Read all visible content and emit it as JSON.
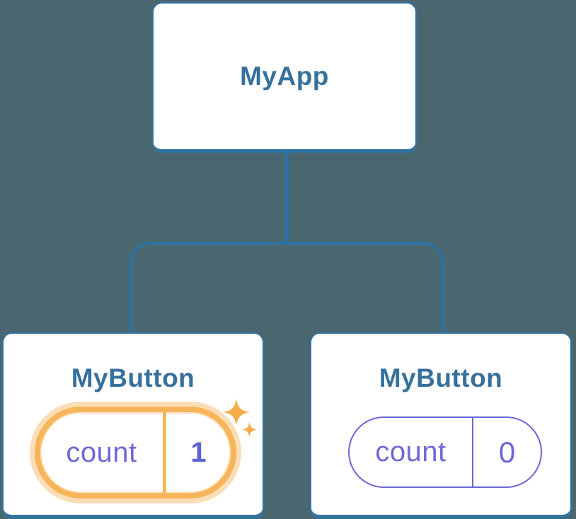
{
  "diagram": {
    "type": "component-tree",
    "root": {
      "label": "MyApp"
    },
    "children": [
      {
        "label": "MyButton",
        "state": {
          "key": "count",
          "value": "1"
        },
        "highlighted": true,
        "note": "state just updated (orange highlight with sparkles)"
      },
      {
        "label": "MyButton",
        "state": {
          "key": "count",
          "value": "0"
        },
        "highlighted": false
      }
    ]
  },
  "icons": {
    "sparkle_large": "four-pointed-star",
    "sparkle_small": "four-pointed-star"
  },
  "colors": {
    "background": "#4A6770",
    "connector_blue": "#2B71A3",
    "node_border_blue": "#3173A5",
    "node_fill": "#FFFFFF",
    "title_blue": "#36719B",
    "state_purple": "#6D68D8",
    "state_value_purple_bold": "#5C63D3",
    "highlight_orange": "#F7B55B",
    "highlight_glow": "rgba(247,182,95,0.45)",
    "sparkle_orange": "#F5AC4B"
  }
}
